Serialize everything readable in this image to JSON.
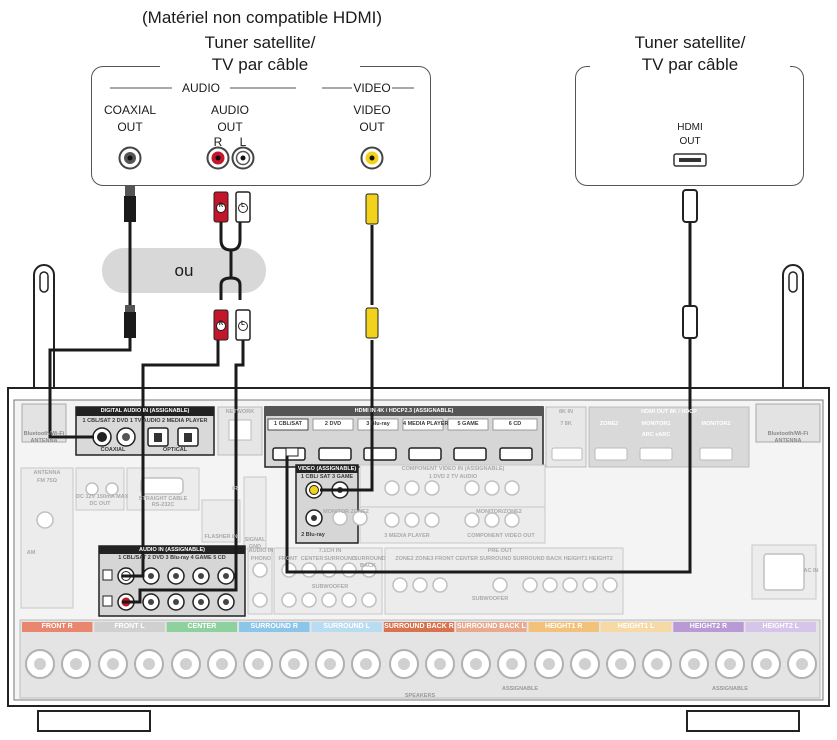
{
  "left_device": {
    "note": "(Matériel non compatible HDMI)",
    "title_line1": "Tuner satellite/",
    "title_line2": "TV par câble",
    "group_audio": "AUDIO",
    "group_video": "VIDEO",
    "coaxial_label1": "COAXIAL",
    "coaxial_label2": "OUT",
    "audio_label1": "AUDIO",
    "audio_label2": "OUT",
    "audio_r": "R",
    "audio_l": "L",
    "video_label1": "VIDEO",
    "video_label2": "OUT"
  },
  "right_device": {
    "title_line1": "Tuner satellite/",
    "title_line2": "TV par câble",
    "hdmi_label1": "HDMI",
    "hdmi_label2": "OUT"
  },
  "or_label": "ou",
  "plug_letters": {
    "r": "R",
    "l": "L"
  },
  "receiver": {
    "digital_audio_in": "DIGITAL AUDIO IN (ASSIGNABLE)",
    "digital_inputs": "1 CBL/SAT  2 DVD   1 TV AUDIO  2 MEDIA PLAYER",
    "coaxial": "COAXIAL",
    "optical": "OPTICAL",
    "network": "NETWORK",
    "hdmi_in": "HDMI IN   4K / HDCP2.3  (ASSIGNABLE)",
    "hdmi_inputs": [
      "1 CBL/SAT",
      "2 DVD",
      "3 Blu-ray",
      "4 MEDIA PLAYER",
      "5 GAME",
      "6 CD"
    ],
    "eight_k_in": "8K IN",
    "seven_8k": "7 8K",
    "hdmi_out": "HDMI OUT   8K / HDCP",
    "zone2": "ZONE2",
    "monitor1": "MONITOR1",
    "arc": "ARC eARC",
    "monitor2": "MONITOR2",
    "antenna_left": "Bluetooth/Wi-Fi ANTENNA",
    "antenna_right": "Bluetooth/Wi-Fi ANTENNA",
    "video_assignable": "VIDEO (ASSIGNABLE)",
    "video_inputs": "1 CBL/ SAT   3 GAME",
    "blu_ray": "2 Blu-ray",
    "component_in": "COMPONENT VIDEO IN (ASSIGNABLE)",
    "component_inputs": "1 DVD     2 TV AUDIO",
    "monitor_zone2": "MONITOR  ZONE2",
    "media_player": "3 MEDIA PLAYER",
    "monitor_zone2_out": "MONITOR/ZONE2",
    "component_out": "COMPONENT VIDEO OUT",
    "antenna": "ANTENNA",
    "fm": "FM  75Ω",
    "am": "AM",
    "dc_out": "DC OUT",
    "dc_spec": "DC 12V 150mA MAX",
    "straight_cable": "STRAIGHT CABLE",
    "rs232c": "RS-232C",
    "flasher_in": "FLASHER IN",
    "ir": "IR",
    "signal_gnd": "SIGNAL GND",
    "audio_in_assignable": "AUDIO IN (ASSIGNABLE)",
    "audio_inputs": "1 CBL/SAT  2 DVD  3 Blu-ray  4 GAME  5 CD",
    "audio_in": "AUDIO IN",
    "phono": "PHONO",
    "ch71_in": "7.1CH IN",
    "front": "FRONT",
    "center": "CENTER",
    "surround": "SURROUND",
    "surround_back": "SURROUND BACK",
    "subwoofer": "SUBWOOFER",
    "pre_out": "PRE OUT",
    "pre_out_cols": "ZONE2  ZONE3  FRONT  CENTER  SURROUND  SURROUND BACK  HEIGHT1  HEIGHT2",
    "ac_in": "AC IN",
    "speaker_sections": [
      {
        "label": "FRONT R",
        "color": "#e8876e"
      },
      {
        "label": "FRONT L",
        "color": "#d0d0d0"
      },
      {
        "label": "CENTER",
        "color": "#8fd19e"
      },
      {
        "label": "SURROUND R",
        "color": "#8cc5ea"
      },
      {
        "label": "SURROUND L",
        "color": "#b8dcf2"
      },
      {
        "label": "SURROUND BACK R",
        "color": "#d9734f"
      },
      {
        "label": "SURROUND BACK L",
        "color": "#e9a98d"
      },
      {
        "label": "HEIGHT1 R",
        "color": "#f2c27a"
      },
      {
        "label": "HEIGHT1 L",
        "color": "#f7d9a6"
      },
      {
        "label": "HEIGHT2 R",
        "color": "#b99ad6"
      },
      {
        "label": "HEIGHT2 L",
        "color": "#d6c4ea"
      }
    ],
    "speakers": "SPEAKERS",
    "assignable": "ASSIGNABLE"
  },
  "colors": {
    "cable": "#1a1a1a",
    "audio_red": "#c4162a",
    "video_yellow": "#f3d21c",
    "panel_grey": "#dcdcdc",
    "pill_grey": "#d8d8d8"
  }
}
